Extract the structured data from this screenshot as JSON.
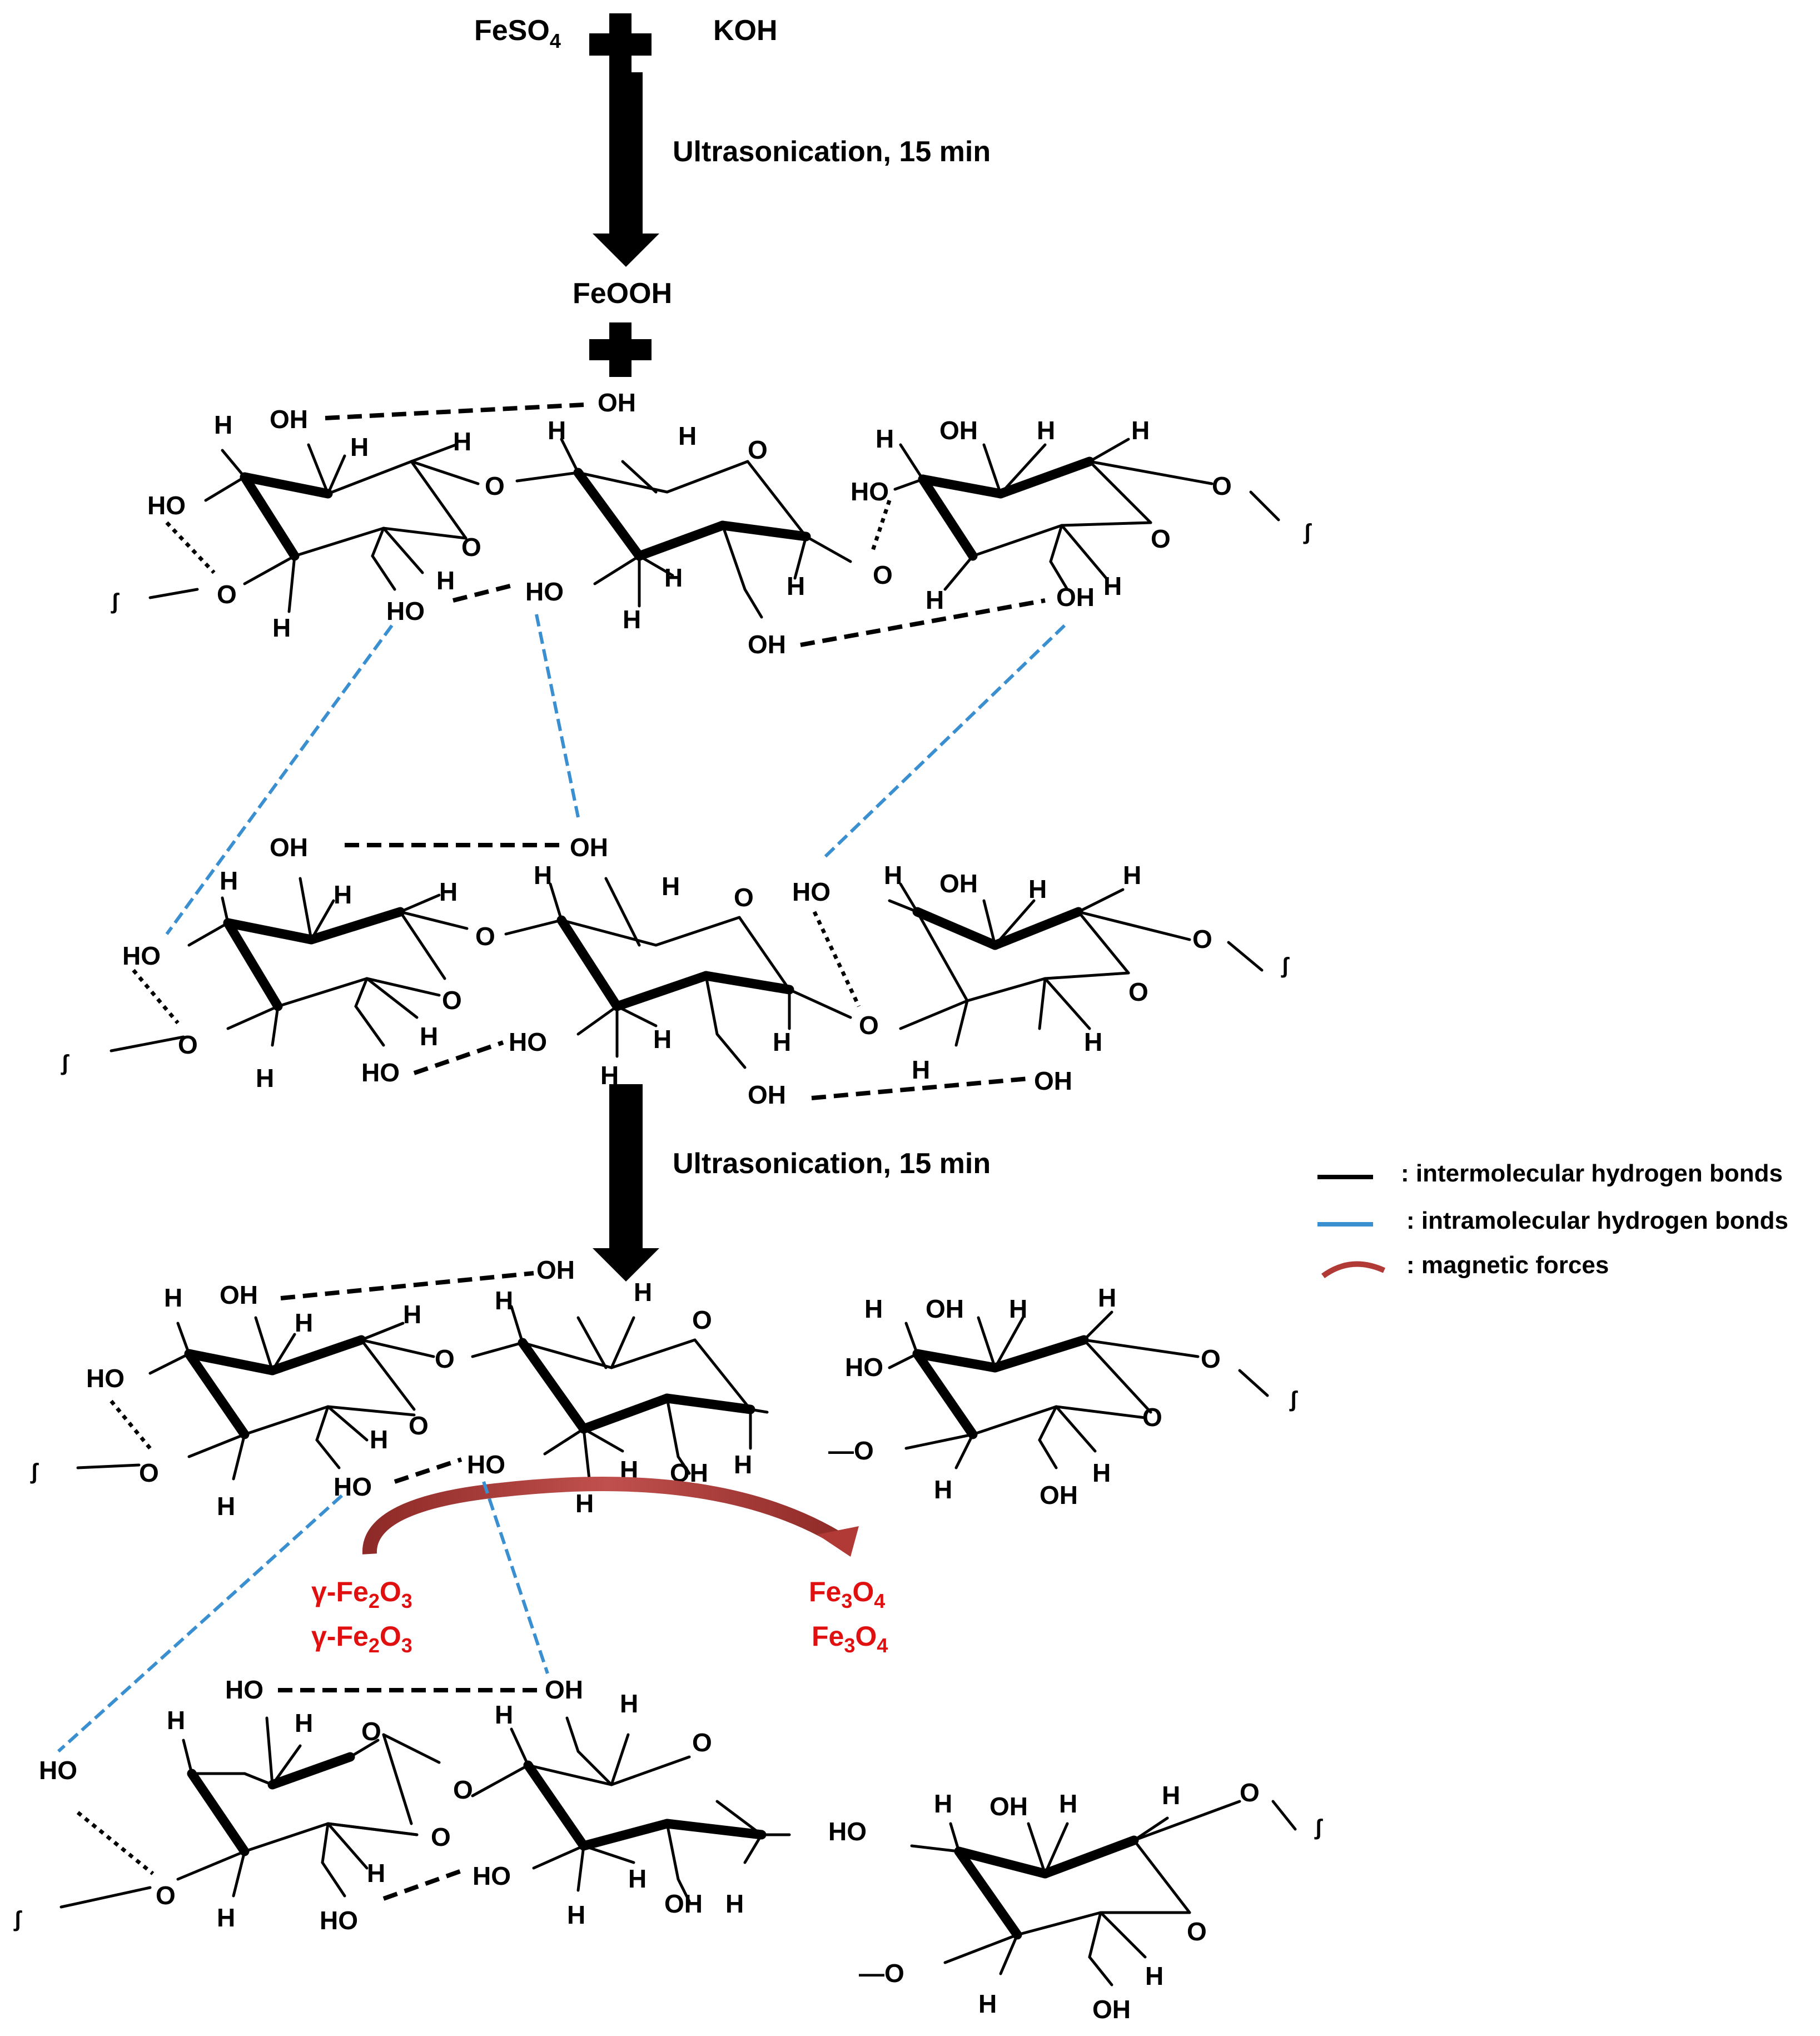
{
  "reagents": {
    "fe": "FeSO",
    "fe_sub": "4",
    "koh": "KOH",
    "feooh": "FeOOH"
  },
  "steps": {
    "step1": "Ultrasonication, 15 min",
    "step2": "Ultrasonication, 15 min"
  },
  "legend": {
    "inter": ": intermolecular hydrogen bonds",
    "intra": ": intramolecular hydrogen bonds",
    "magnetic": ": magnetic forces"
  },
  "particles": {
    "gamma_a": "γ-Fe",
    "gamma_b": "γ-Fe",
    "magnetite_a": "Fe",
    "magnetite_b": "Fe",
    "sub2": "2",
    "sub3": "3",
    "sub4": "4"
  },
  "atoms": {
    "H": "H",
    "OH": "OH",
    "HO": "HO",
    "O": "O",
    "neg_O": "—O",
    "end": "ʃ"
  },
  "colors": {
    "intra_bond": "#3a8fd1",
    "magnetic": "#b23a36",
    "iron_oxide_text": "#e01010"
  }
}
